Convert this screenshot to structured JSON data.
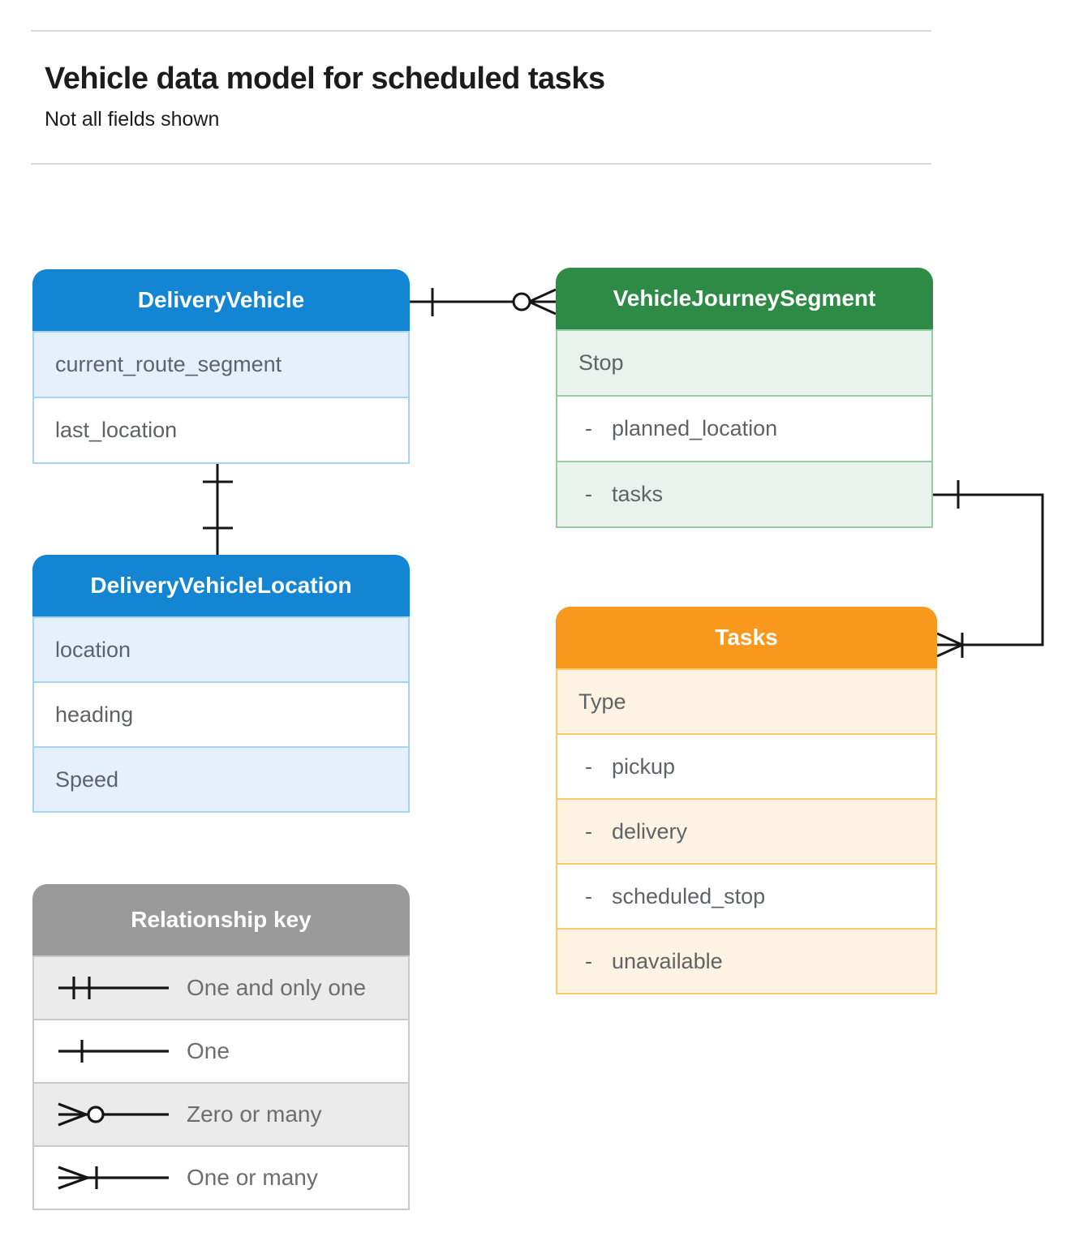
{
  "page": {
    "title": "Vehicle data model for scheduled tasks",
    "subtitle": "Not all fields shown"
  },
  "entities": [
    {
      "id": "delivery-vehicle",
      "name": "DeliveryVehicle",
      "theme": "blue",
      "fields": [
        {
          "label": "current_route_segment"
        },
        {
          "label": "last_location"
        }
      ]
    },
    {
      "id": "vehicle-journey-segment",
      "name": "VehicleJourneySegment",
      "theme": "green",
      "fields": [
        {
          "label": "Stop"
        },
        {
          "label": "planned_location",
          "prefix": "-"
        },
        {
          "label": "tasks",
          "prefix": "-"
        }
      ]
    },
    {
      "id": "delivery-vehicle-location",
      "name": "DeliveryVehicleLocation",
      "theme": "blue",
      "fields": [
        {
          "label": "location"
        },
        {
          "label": "heading"
        },
        {
          "label": "Speed"
        }
      ]
    },
    {
      "id": "tasks",
      "name": "Tasks",
      "theme": "orange",
      "fields": [
        {
          "label": "Type"
        },
        {
          "label": "pickup",
          "prefix": "-"
        },
        {
          "label": "delivery",
          "prefix": "-"
        },
        {
          "label": "scheduled_stop",
          "prefix": "-"
        },
        {
          "label": "unavailable",
          "prefix": "-"
        }
      ]
    }
  ],
  "legend": {
    "title": "Relationship key",
    "items": [
      {
        "symbol": "one-and-only-one",
        "label": "One and only one"
      },
      {
        "symbol": "one",
        "label": "One"
      },
      {
        "symbol": "zero-or-many",
        "label": "Zero or many"
      },
      {
        "symbol": "one-or-many",
        "label": "One or many"
      }
    ]
  },
  "colors": {
    "themes": {
      "blue": {
        "header": "#1385d3",
        "tint": "#e4f0fb",
        "border": "#a6d3f3"
      },
      "green": {
        "header": "#2e8b45",
        "tint": "#e9f2ec",
        "border": "#97cda5"
      },
      "orange": {
        "header": "#f8981d",
        "tint": "#fdf3e2",
        "border": "#fbc86e"
      },
      "gray": {
        "header": "#9a9a9a",
        "tint": "#ebebeb",
        "border": "#c9c9c9"
      }
    },
    "connector": "#161616",
    "row_text": "#5f6368"
  }
}
